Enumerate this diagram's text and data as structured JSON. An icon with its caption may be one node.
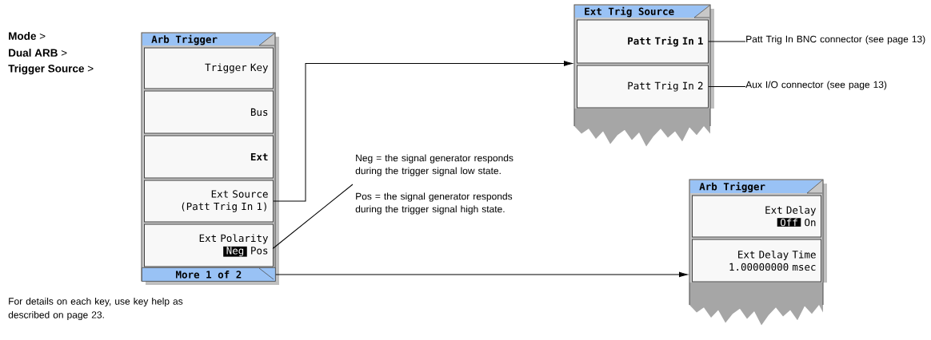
{
  "diagram": {
    "nodes": [
      {
        "text": [
          "Arb Trigger"
        ]
      },
      {
        "text": [
          "Trigger Key"
        ],
        "in": 0
      },
      {
        "text": [
          "Bus"
        ],
        "in": 0
      },
      {
        "text": [
          "Ext"
        ],
        "in": 0
      },
      {
        "text": [
          "Ext Source",
          "(Patt Trig In 1)"
        ],
        "in": 0
      },
      {
        "text": [
          "Ext Polarity",
          "Neg",
          "Pos"
        ],
        "in": 0
      },
      {
        "text": [
          "More 1 of 2"
        ],
        "in": 0
      },
      {
        "text": [
          "Ext Trig Source"
        ]
      },
      {
        "text": [
          "Patt Trig In 1"
        ],
        "in": 7
      },
      {
        "text": [
          "Patt Trig In 2"
        ],
        "in": 7
      },
      {
        "text": [
          "Arb Trigger"
        ]
      },
      {
        "text": [
          "Ext Delay",
          "Off",
          "On"
        ],
        "in": 10
      },
      {
        "text": [
          "Ext Delay Time",
          "1.00000000 msec"
        ],
        "in": 10
      },
      {
        "text": [
          "Patt Trig In BNC connector (see page 13)"
        ]
      },
      {
        "text": [
          "Aux I/O connector (see page 13)"
        ]
      },
      {
        "text": [
          "Neg = the signal generator responds during the trigger signal low state.",
          "Pos = the signal generator responds during the trigger signal high state."
        ]
      }
    ],
    "edges": [
      {
        "from": 4,
        "to": 7,
        "arrow": "to"
      },
      {
        "from": 6,
        "to": 10,
        "arrow": "to"
      },
      {
        "from": 8,
        "to": 13,
        "arrow": "none"
      },
      {
        "from": 9,
        "to": 14,
        "arrow": "none"
      },
      {
        "from": 5,
        "to": 15,
        "arrow": "none"
      }
    ],
    "labels": [
      "**Mode** >",
      "**Dual ARB** >",
      "**Trigger Source** >",
      "For details on each key, use key help as described on page 23."
    ]
  }
}
